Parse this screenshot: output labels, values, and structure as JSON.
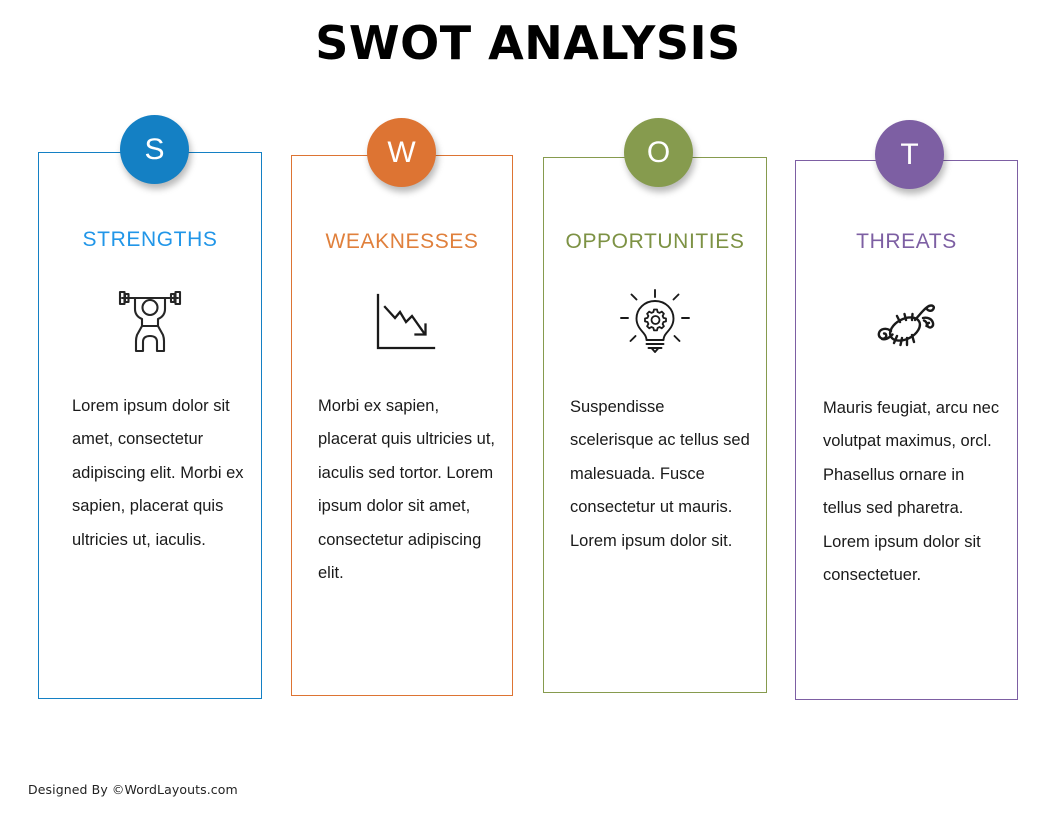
{
  "title": "SWOT ANALYSIS",
  "footer": "Designed By ©WordLayouts.com",
  "columns": [
    {
      "letter": "S",
      "heading": "STRENGTHS",
      "icon": "weightlifter-icon",
      "color": "#1480c4",
      "body": "Lorem ipsum dolor sit amet, consectetur adipiscing elit. Morbi ex sapien, placerat quis ultricies ut, iaculis."
    },
    {
      "letter": "W",
      "heading": "WEAKNESSES",
      "icon": "declining-chart-icon",
      "color": "#dd7433",
      "body": "Morbi ex sapien, placerat quis ultricies ut, iaculis sed tortor. Lorem ipsum dolor sit amet, consectetur adipiscing elit."
    },
    {
      "letter": "O",
      "heading": "OPPORTUNITIES",
      "icon": "lightbulb-gear-icon",
      "color": "#869b4e",
      "body": "Suspendisse scelerisque ac tellus sed malesuada. Fusce consectetur ut mauris. Lorem ipsum dolor sit."
    },
    {
      "letter": "T",
      "heading": "THREATS",
      "icon": "scorpion-icon",
      "color": "#7d5fa3",
      "body": "Mauris feugiat, arcu nec volutpat maximus, orcl. Phasellus ornare in tellus sed pharetra. Lorem ipsum dolor sit  consectetuer."
    }
  ]
}
